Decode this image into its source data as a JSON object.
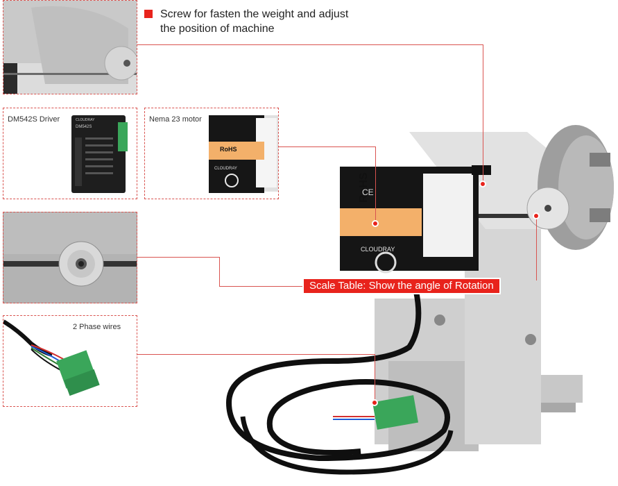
{
  "headline": {
    "line1": "Screw for fasten the weight and adjust",
    "line2": "the position of machine"
  },
  "panels": {
    "driver_label": "DM542S Driver",
    "motor_label": "Nema 23 motor",
    "wires_label": "2 Phase wires"
  },
  "motor": {
    "brand": "CLOUDRAY",
    "rohs": "RoHS",
    "ce": "CE"
  },
  "driver": {
    "brand": "CLOUDRAY",
    "model": "DM542S"
  },
  "scale_banner": "Scale Table: Show the angle of Rotation",
  "colors": {
    "accent": "#e8231c",
    "line": "#d9534f",
    "connector": "#3aa65a"
  }
}
